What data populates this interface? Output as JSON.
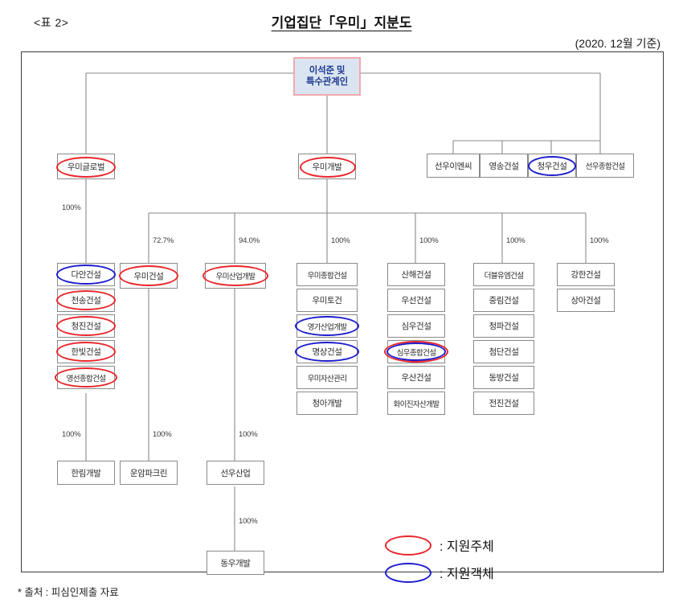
{
  "header": {
    "table_label": "<표 2>",
    "title": "기업집단「우미」지분도",
    "as_of": "(2020. 12월 기준)",
    "source_note": "* 출처 : 피심인제출 자료"
  },
  "legend": {
    "red_color": "#e8262b",
    "blue_color": "#1c1ccd",
    "items": [
      {
        "marker": "red-ellipse",
        "label": ": 지원주체"
      },
      {
        "marker": "blue-ellipse",
        "label": ": 지원객체"
      }
    ]
  },
  "chart_data": {
    "type": "diagram",
    "title": "기업집단「우미」지분도",
    "root": {
      "id": "root",
      "label": "이석준 및 특수관계인",
      "highlight": "none"
    },
    "nodes": [
      {
        "id": "umi-global",
        "label": "우미글로벌",
        "highlight": "red",
        "parent": "root",
        "pct": ""
      },
      {
        "id": "umi-dev",
        "label": "우미개발",
        "highlight": "red",
        "parent": "root",
        "pct": ""
      },
      {
        "id": "sunwoo-nc",
        "label": "선우이엔씨",
        "highlight": "none",
        "parent": "root",
        "pct": ""
      },
      {
        "id": "yeongsong",
        "label": "영송건설",
        "highlight": "none",
        "parent": "root",
        "pct": ""
      },
      {
        "id": "cheongwoo",
        "label": "청우건설",
        "highlight": "blue",
        "parent": "root",
        "pct": ""
      },
      {
        "id": "sunwoo-total",
        "label": "선우종합건설",
        "highlight": "none",
        "parent": "root",
        "pct": ""
      },
      {
        "id": "daan",
        "label": "다안건설",
        "highlight": "blue",
        "parent": "umi-global",
        "pct": "100%"
      },
      {
        "id": "cheonsong",
        "label": "천송건설",
        "highlight": "red",
        "parent": "umi-global",
        "pct": ""
      },
      {
        "id": "cheongjin",
        "label": "청진건설",
        "highlight": "red",
        "parent": "umi-global",
        "pct": ""
      },
      {
        "id": "hanbit",
        "label": "한빛건설",
        "highlight": "red",
        "parent": "umi-global",
        "pct": ""
      },
      {
        "id": "yeongseon",
        "label": "영선종합건설",
        "highlight": "red",
        "parent": "umi-global",
        "pct": ""
      },
      {
        "id": "hanlim",
        "label": "한림개발",
        "highlight": "none",
        "parent": "yeongseon",
        "pct": "100%"
      },
      {
        "id": "umi-const",
        "label": "우미건설",
        "highlight": "red",
        "parent": "umi-dev",
        "pct": "72.7%"
      },
      {
        "id": "unam-park",
        "label": "운암파크린",
        "highlight": "none",
        "parent": "umi-const",
        "pct": "100%"
      },
      {
        "id": "umi-ind",
        "label": "우미산업개발",
        "highlight": "red",
        "parent": "umi-dev",
        "pct": "94.0%"
      },
      {
        "id": "sunwoo-ind",
        "label": "선우산업",
        "highlight": "none",
        "parent": "umi-ind",
        "pct": "100%"
      },
      {
        "id": "dongwoo",
        "label": "동우개발",
        "highlight": "none",
        "parent": "sunwoo-ind",
        "pct": "100%"
      },
      {
        "id": "umi-total",
        "label": "우미종합건설",
        "highlight": "none",
        "parent": "umi-dev",
        "pct": "100%"
      },
      {
        "id": "umi-togeon",
        "label": "우미토건",
        "highlight": "none",
        "parent": "umi-total",
        "pct": ""
      },
      {
        "id": "yeongga",
        "label": "영가산업개발",
        "highlight": "blue",
        "parent": "umi-total",
        "pct": ""
      },
      {
        "id": "myeongsang",
        "label": "명상건설",
        "highlight": "blue",
        "parent": "umi-total",
        "pct": ""
      },
      {
        "id": "umi-asset",
        "label": "우미자산관리",
        "highlight": "none",
        "parent": "umi-total",
        "pct": ""
      },
      {
        "id": "cheonga",
        "label": "청아개발",
        "highlight": "none",
        "parent": "umi-total",
        "pct": ""
      },
      {
        "id": "sanhae",
        "label": "산해건설",
        "highlight": "none",
        "parent": "umi-dev",
        "pct": "100%"
      },
      {
        "id": "useon",
        "label": "우선건설",
        "highlight": "none",
        "parent": "sanhae",
        "pct": ""
      },
      {
        "id": "simwoo",
        "label": "심우건설",
        "highlight": "none",
        "parent": "sanhae",
        "pct": ""
      },
      {
        "id": "simwoo-total",
        "label": "심우종합건설",
        "highlight": "both",
        "parent": "sanhae",
        "pct": ""
      },
      {
        "id": "usan",
        "label": "우산건설",
        "highlight": "none",
        "parent": "sanhae",
        "pct": ""
      },
      {
        "id": "hwaijin",
        "label": "화이진자산개발",
        "highlight": "none",
        "parent": "sanhae",
        "pct": ""
      },
      {
        "id": "wm-const",
        "label": "더블유엠건설",
        "highlight": "none",
        "parent": "umi-dev",
        "pct": "100%"
      },
      {
        "id": "jungrim",
        "label": "중림건설",
        "highlight": "none",
        "parent": "wm-const",
        "pct": ""
      },
      {
        "id": "cheongpa",
        "label": "청파건설",
        "highlight": "none",
        "parent": "wm-const",
        "pct": ""
      },
      {
        "id": "cheomdan",
        "label": "첨단건설",
        "highlight": "none",
        "parent": "wm-const",
        "pct": ""
      },
      {
        "id": "dongbang",
        "label": "동방건설",
        "highlight": "none",
        "parent": "wm-const",
        "pct": ""
      },
      {
        "id": "jeonjin",
        "label": "전진건설",
        "highlight": "none",
        "parent": "wm-const",
        "pct": ""
      },
      {
        "id": "ganghan",
        "label": "강한건설",
        "highlight": "none",
        "parent": "umi-dev",
        "pct": "100%"
      },
      {
        "id": "sanga",
        "label": "상아건설",
        "highlight": "none",
        "parent": "ganghan",
        "pct": ""
      }
    ]
  },
  "nodes": {
    "root": "이석준 및",
    "root2": "특수관계인",
    "umi_global": "우미글로벌",
    "umi_dev": "우미개발",
    "sunwoo_nc": "선우이엔씨",
    "yeongsong": "영송건설",
    "cheongwoo": "청우건설",
    "sunwoo_total": "선우종합건설",
    "daan": "다안건설",
    "cheonsong": "천송건설",
    "cheongjin": "청진건설",
    "hanbit": "한빛건설",
    "yeongseon": "영선종합건설",
    "hanlim": "한림개발",
    "umi_const": "우미건설",
    "unam_park": "운암파크린",
    "umi_ind": "우미산업개발",
    "sunwoo_ind": "선우산업",
    "dongwoo": "동우개발",
    "umi_total": "우미종합건설",
    "umi_togeon": "우미토건",
    "yeongga": "영가산업개발",
    "myeongsang": "명상건설",
    "umi_asset": "우미자산관리",
    "cheonga": "청아개발",
    "sanhae": "산해건설",
    "useon": "우선건설",
    "simwoo": "심우건설",
    "simwoo_total": "심우종합건설",
    "usan": "우산건설",
    "hwaijin": "화이진자산개발",
    "wm_const": "더블유엠건설",
    "jungrim": "중림건설",
    "cheongpa": "청파건설",
    "cheomdan": "첨단건설",
    "dongbang": "동방건설",
    "jeonjin": "전진건설",
    "ganghan": "강한건설",
    "sanga": "상아건설"
  },
  "pct": {
    "p_global_daan": "100%",
    "p_umi_const": "72.7%",
    "p_umi_ind": "94.0%",
    "p_umi_total": "100%",
    "p_sanhae": "100%",
    "p_wm": "100%",
    "p_ganghan": "100%",
    "p_hanlim": "100%",
    "p_unam": "100%",
    "p_sunwoo_ind": "100%",
    "p_dongwoo": "100%"
  }
}
